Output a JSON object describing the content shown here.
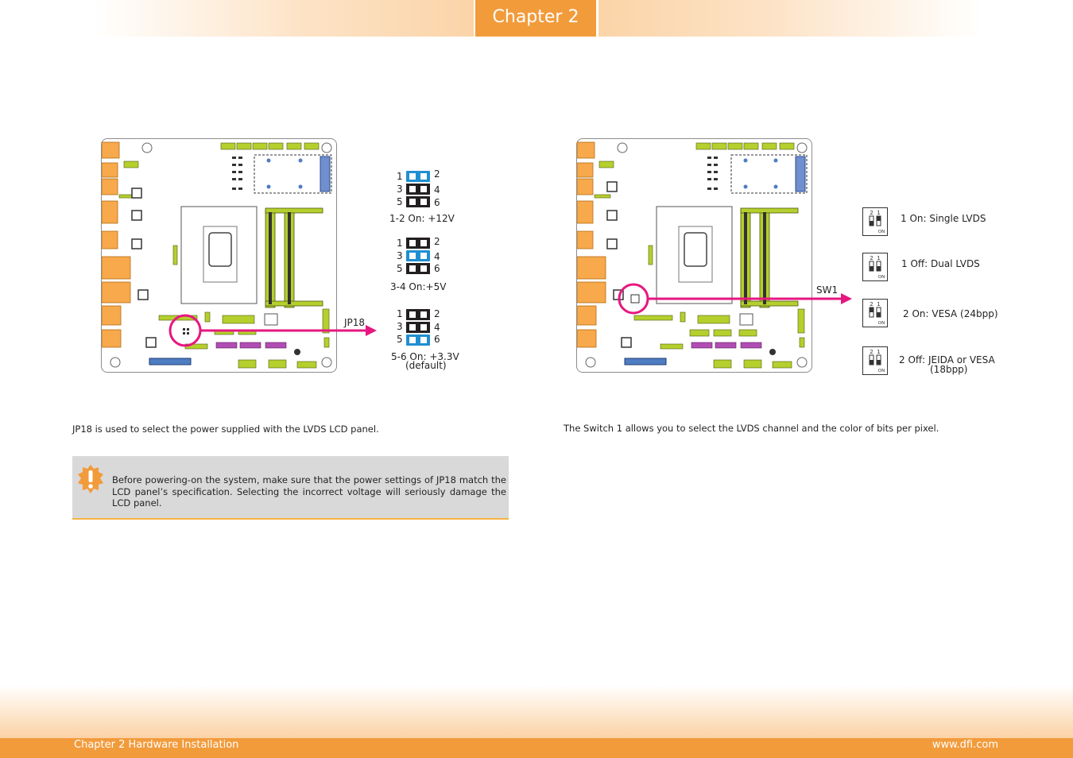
{
  "header": {
    "chapter_tab": "Chapter 2"
  },
  "jp18": {
    "callout_label": "JP18",
    "settings": [
      {
        "caption": "1-2 On: +12V",
        "pins_left": [
          "1",
          "3",
          "5"
        ],
        "pins_right": [
          "2",
          "4",
          "6"
        ]
      },
      {
        "caption": "3-4 On:+5V",
        "pins_left": [
          "1",
          "3",
          "5"
        ],
        "pins_right": [
          "2",
          "4",
          "6"
        ]
      },
      {
        "caption": "5-6 On: +3.3V",
        "caption2": "(default)",
        "pins_left": [
          "1",
          "3",
          "5"
        ],
        "pins_right": [
          "2",
          "4",
          "6"
        ]
      }
    ],
    "description": "JP18 is used to select the power supplied with the LVDS LCD panel.",
    "note": "Before powering-on the system, make sure that the power settings of JP18 match the LCD panel’s specification. Selecting the incorrect voltage will seriously damage the LCD panel."
  },
  "sw1": {
    "callout_label": "SW1",
    "dip_labels": {
      "left": "2",
      "right": "1",
      "on": "ON"
    },
    "settings": [
      {
        "caption": "1 On: Single LVDS"
      },
      {
        "caption": "1 Off: Dual LVDS"
      },
      {
        "caption": "2 On: VESA (24bpp)"
      },
      {
        "caption": "2 Off: JEIDA or VESA",
        "caption2": "(18bpp)"
      }
    ],
    "description": "The Switch 1 allows you to select the LVDS channel and the color of bits per pixel."
  },
  "footer": {
    "left": "Chapter 2 Hardware Installation",
    "right": "www.dfi.com"
  },
  "colors": {
    "accent_orange": "#f29b3b",
    "jumper_blue": "#1f8fd1",
    "jumper_black": "#231f20",
    "callout_magenta": "#e6177f",
    "board_green": "#b5cf2d",
    "board_purple": "#b04db3",
    "board_blue": "#4e7dc1"
  }
}
